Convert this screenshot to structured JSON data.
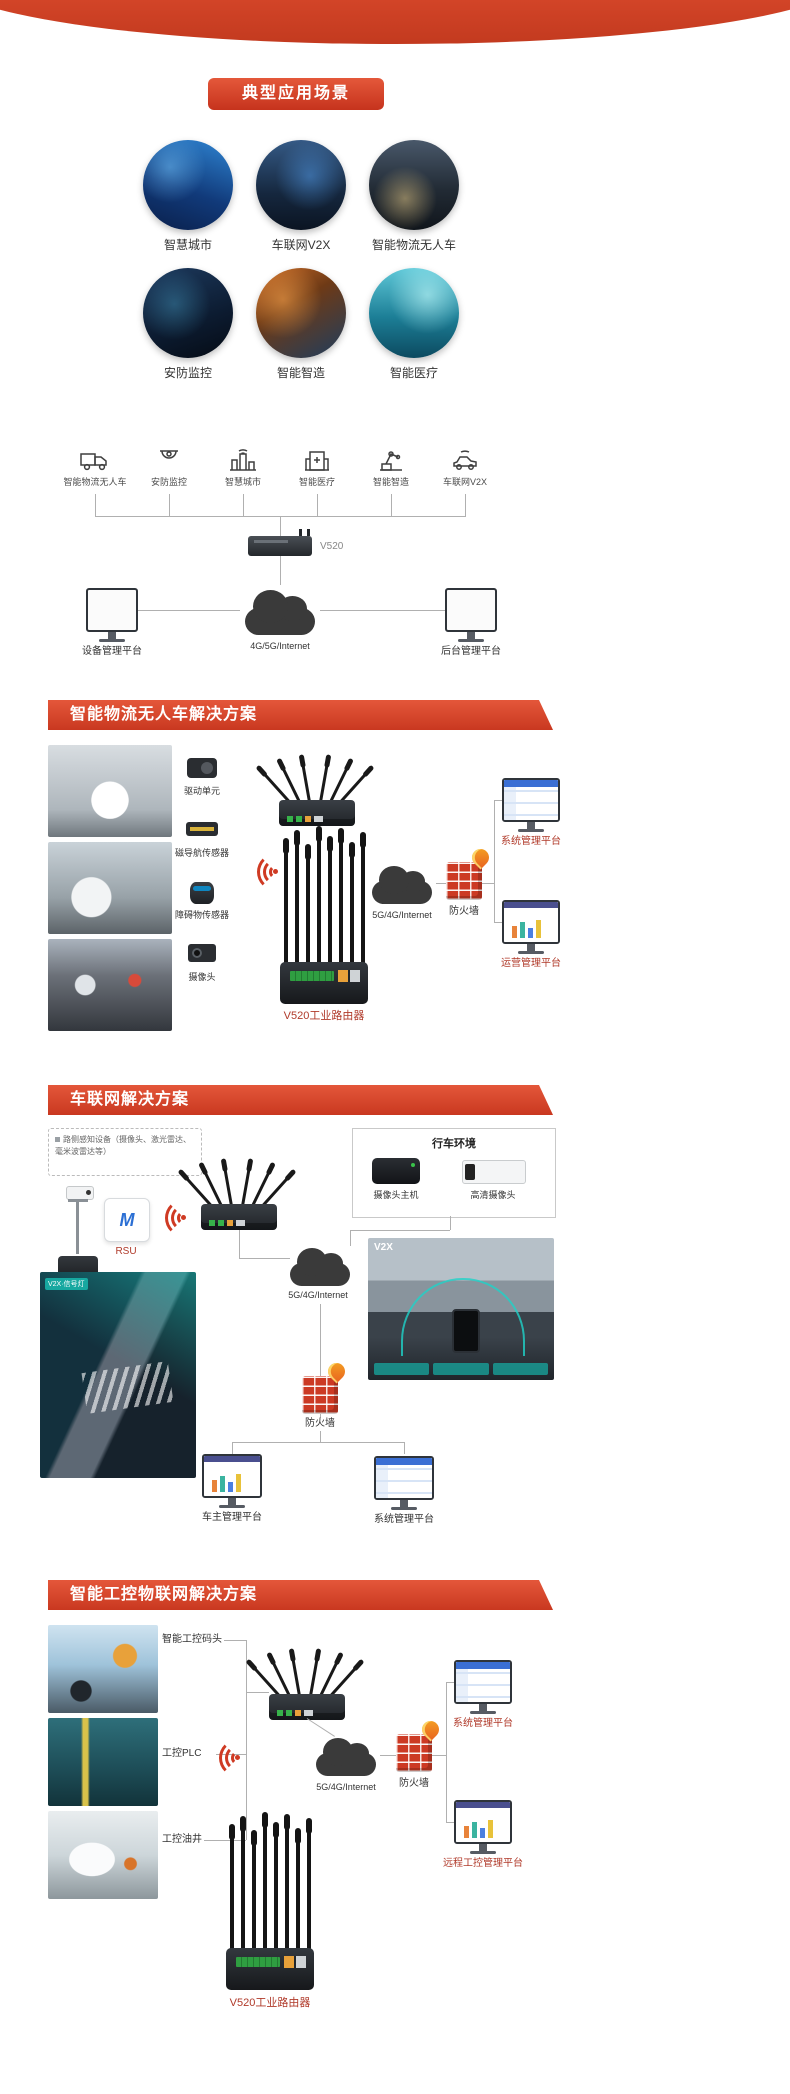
{
  "badge": "典型应用场景",
  "scenarios": [
    "智慧城市",
    "车联网V2X",
    "智能物流无人车",
    "安防监控",
    "智能智造",
    "智能医疗"
  ],
  "network": {
    "nodes": [
      "智能物流无人车",
      "安防监控",
      "智慧城市",
      "智能医疗",
      "智能智造",
      "车联网V2X"
    ],
    "router": "V520",
    "cloud": "4G/5G/Internet",
    "left_platform": "设备管理平台",
    "right_platform": "后台管理平台"
  },
  "sol1": {
    "banner": "智能物流无人车解决方案",
    "sensors": [
      "驱动单元",
      "磁导航传感器",
      "障碍物传感器",
      "摄像头"
    ],
    "router": "V520工业路由器",
    "cloud": "5G/4G/Internet",
    "firewall": "防火墙",
    "platform_top": "系统管理平台",
    "platform_bottom": "运营管理平台"
  },
  "sol2": {
    "banner": "车联网解决方案",
    "roadside_note": "路侧感知设备（摄像头、激光雷达、毫米波雷达等）",
    "rsu": "RSU",
    "rsu_logo": "M",
    "env_title": "行车环境",
    "env_item1": "摄像头主机",
    "env_item2": "高清摄像头",
    "cloud": "5G/4G/Internet",
    "firewall": "防火墙",
    "platform_left": "车主管理平台",
    "platform_right": "系统管理平台",
    "v2x_tag": "V2X·信号灯",
    "v2x_logo": "V2X"
  },
  "sol3": {
    "banner": "智能工控物联网解决方案",
    "endpoints": [
      "智能工控码头",
      "工控PLC",
      "工控油井"
    ],
    "router": "V520工业路由器",
    "cloud": "5G/4G/Internet",
    "firewall": "防火墙",
    "platform_top": "系统管理平台",
    "platform_bottom": "远程工控管理平台"
  },
  "colors": {
    "accent": "#cf3a23",
    "banner": "#c93820"
  }
}
